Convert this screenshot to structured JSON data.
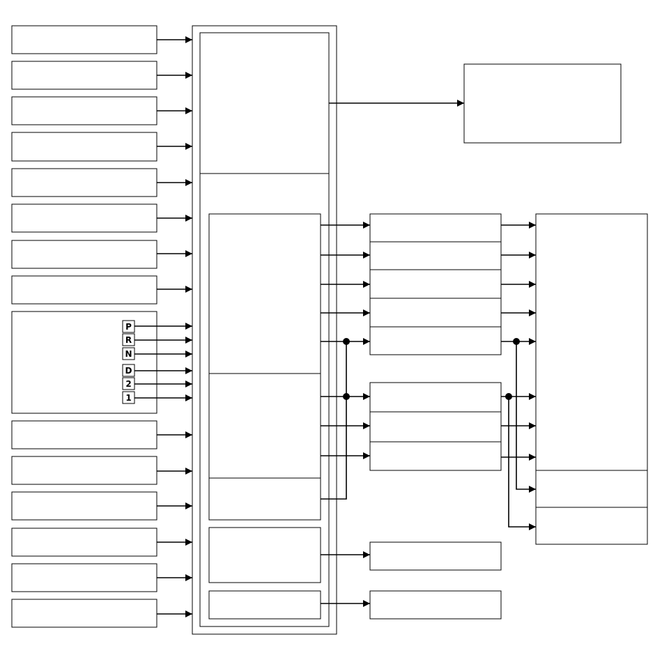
{
  "diagram": {
    "gear_selector": {
      "positions": [
        "P",
        "R",
        "N",
        "D",
        "2",
        "1"
      ]
    }
  }
}
